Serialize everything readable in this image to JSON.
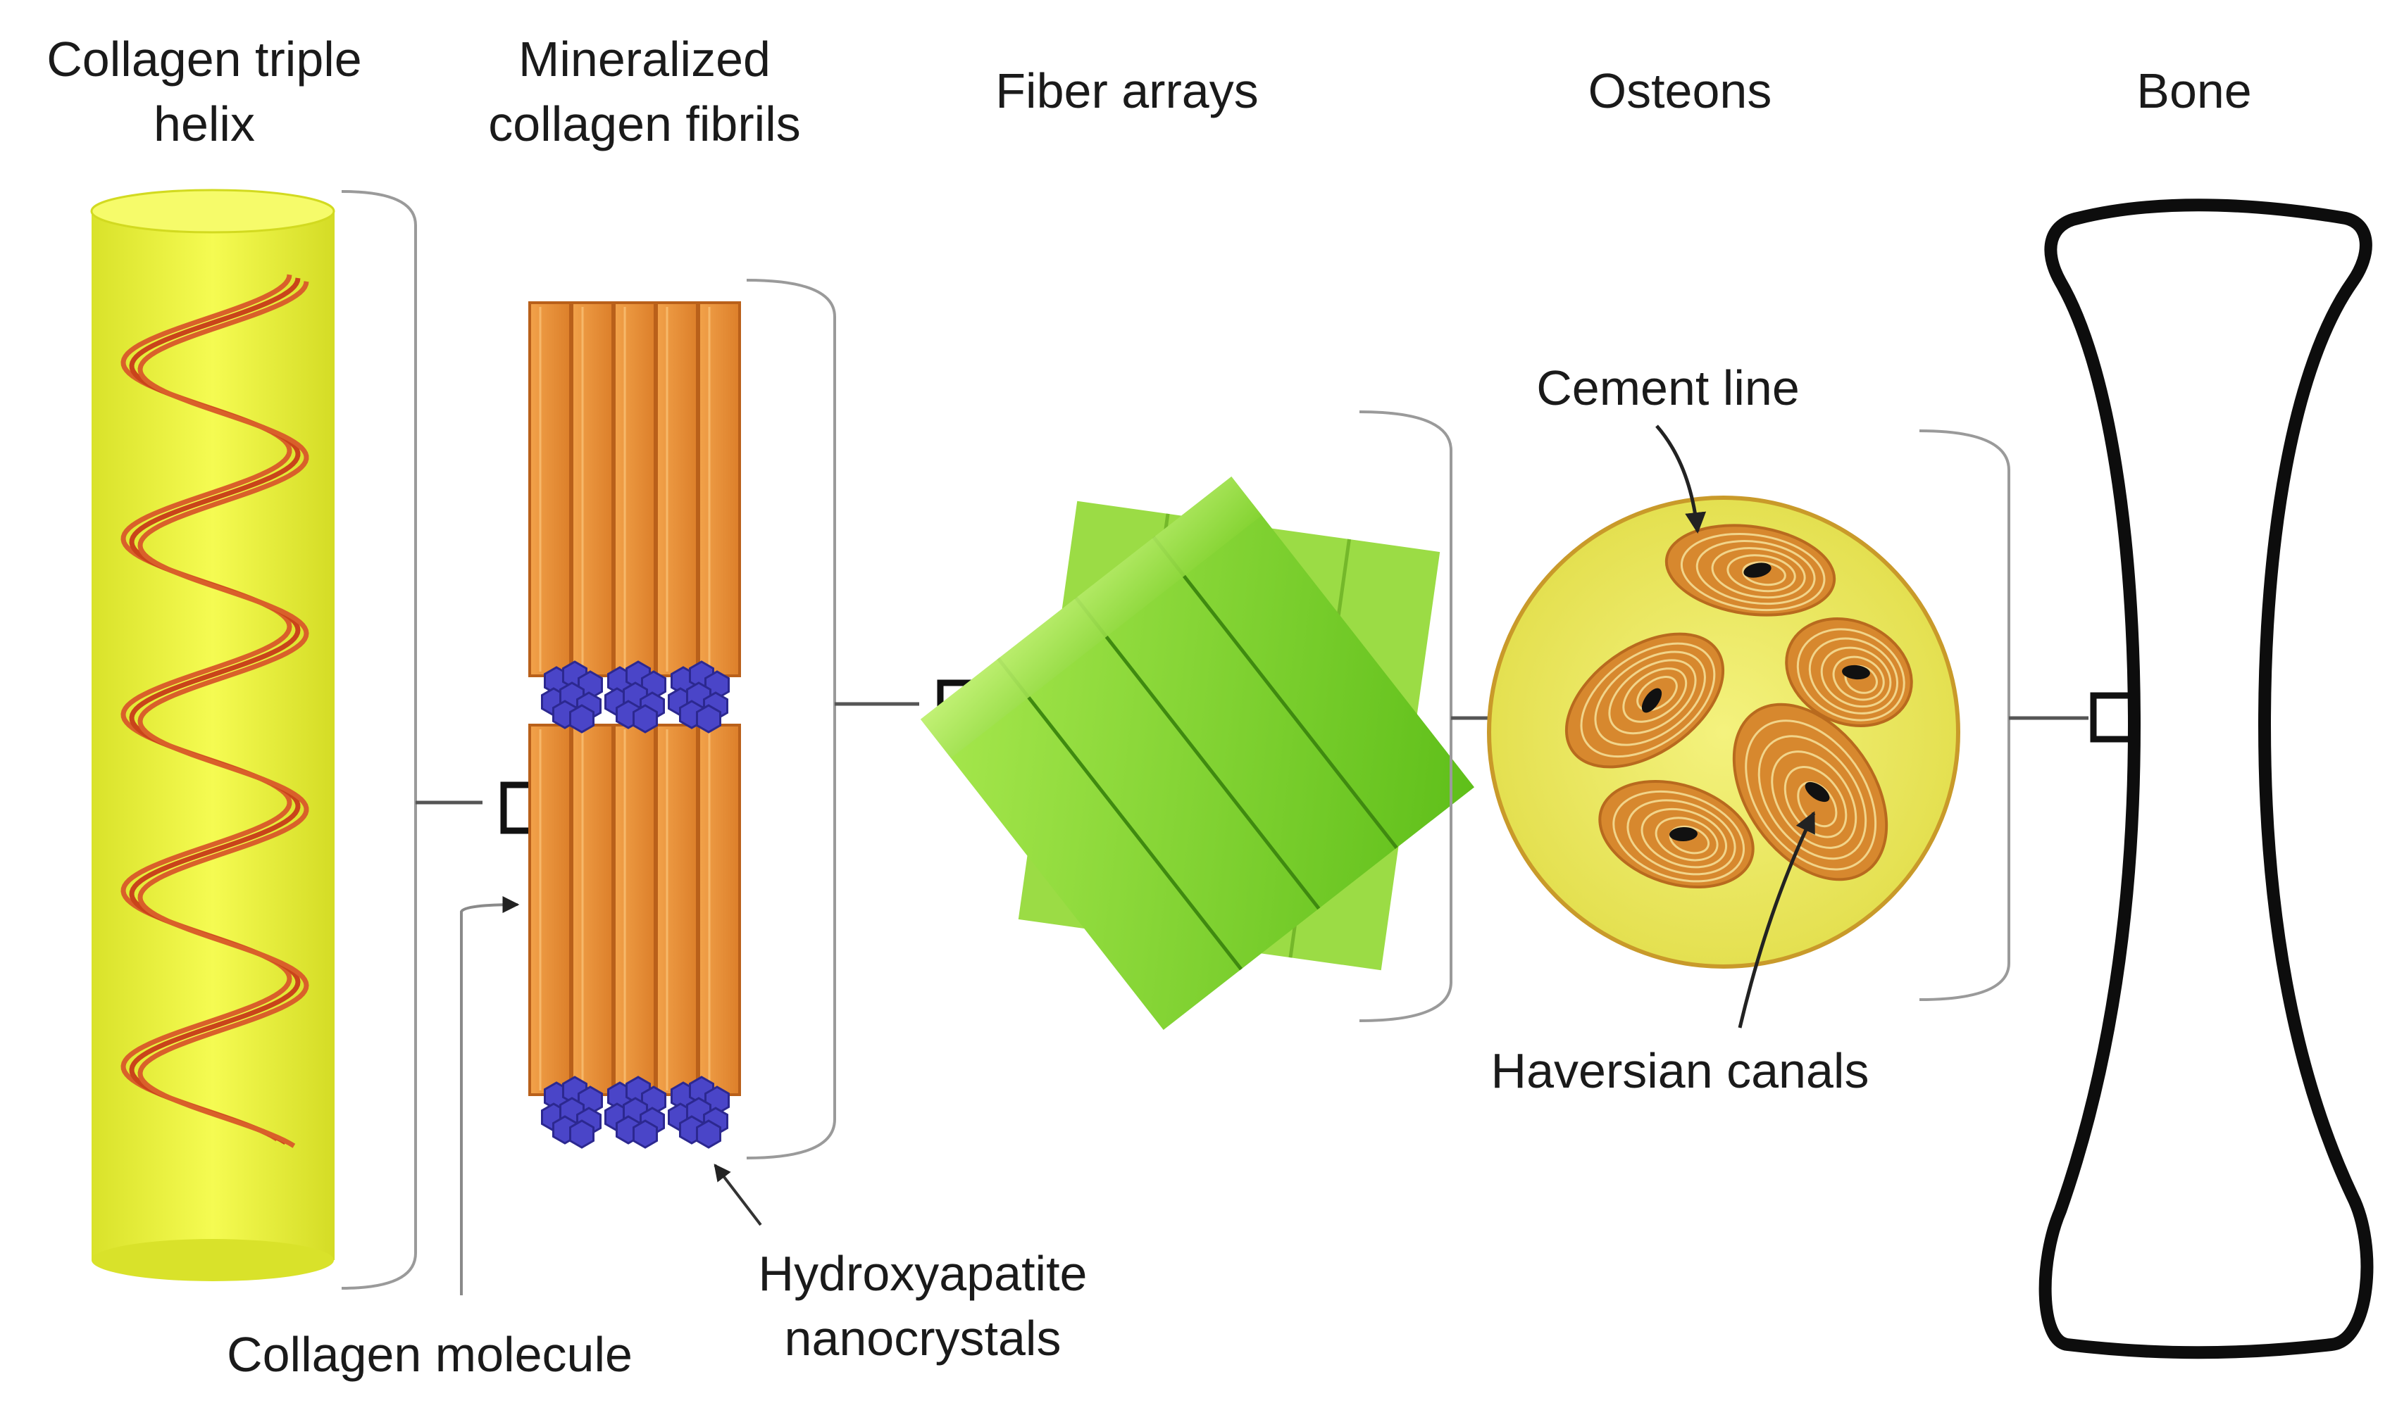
{
  "headers": {
    "collagen_triple_helix": [
      "Collagen triple",
      "helix"
    ],
    "mineralized_collagen_fibrils": [
      "Mineralized",
      "collagen fibrils"
    ],
    "fiber_arrays": [
      "Fiber arrays"
    ],
    "osteons": [
      "Osteons"
    ],
    "bone": [
      "Bone"
    ]
  },
  "annotations": {
    "collagen_molecule": [
      "Collagen molecule"
    ],
    "hydroxyapatite_nanocrystals": [
      "Hydroxyapatite",
      "nanocrystals"
    ],
    "cement_line": [
      "Cement line"
    ],
    "haversian_canals": [
      "Haversian canals"
    ]
  },
  "colors": {
    "helix_cylinder": "#eaf23a",
    "helix_strand": "#c9441a",
    "fibril": "#e8913a",
    "fibril_dark": "#b9601a",
    "hydroxyapatite": "#4a45c8",
    "fiber_array": "#8fd93a",
    "osteon_body": "#ecea64",
    "osteon_lamella": "#d7882e",
    "outline": "#111111",
    "bracket": "#9a9a9a"
  }
}
